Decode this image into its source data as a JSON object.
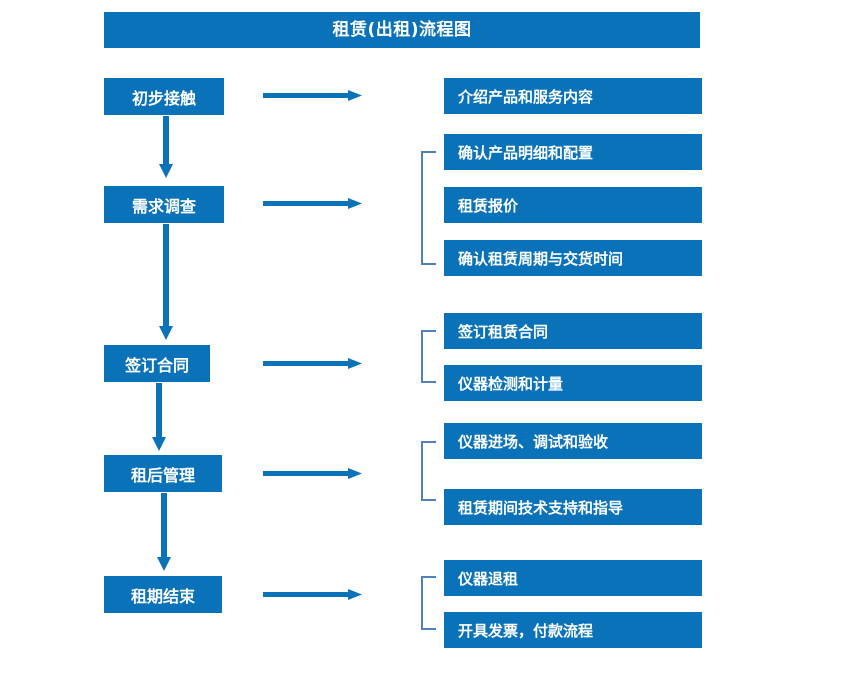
{
  "diagram": {
    "title": "租赁(出租)流程图",
    "accent_color": "#0A72B9",
    "bracket_color": "#4F81BD",
    "text_color": "#FFFFFF",
    "background_color": "#FFFFFF",
    "stages": [
      {
        "label": "初步接触"
      },
      {
        "label": "需求调查"
      },
      {
        "label": "签订合同"
      },
      {
        "label": "租后管理"
      },
      {
        "label": "租期结束"
      }
    ],
    "details": [
      {
        "label": "介绍产品和服务内容"
      },
      {
        "label": "确认产品明细和配置"
      },
      {
        "label": "租赁报价"
      },
      {
        "label": "确认租赁周期与交货时间"
      },
      {
        "label": "签订租赁合同"
      },
      {
        "label": "仪器检测和计量"
      },
      {
        "label": "仪器进场、调试和验收"
      },
      {
        "label": "租赁期间技术支持和指导"
      },
      {
        "label": "仪器退租"
      },
      {
        "label": "开具发票，付款流程"
      }
    ],
    "connectors": {
      "horizontal_arrow_count": 5,
      "vertical_arrow_count": 4,
      "bracket_count": 4
    }
  }
}
